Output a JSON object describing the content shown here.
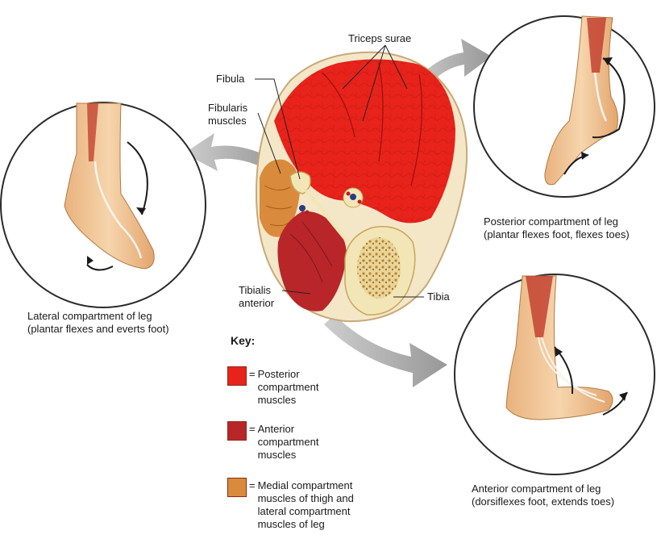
{
  "labels": {
    "triceps_surae": "Triceps surae",
    "fibula": "Fibula",
    "fibularis_muscles": "Fibularis\nmuscles",
    "tibialis_anterior": "Tibialis\nanterior",
    "tibia": "Tibia"
  },
  "captions": {
    "lateral_line1": "Lateral compartment of leg",
    "lateral_line2": "(plantar flexes and everts foot)",
    "posterior_line1": "Posterior compartment of leg",
    "posterior_line2": "(plantar flexes foot, flexes toes)",
    "anterior_line1": "Anterior compartment of leg",
    "anterior_line2": "(dorsiflexes foot, extends toes)"
  },
  "key": {
    "title": "Key:",
    "equals": "=",
    "items": [
      {
        "text": "Posterior\ncompartment\nmuscles",
        "color": "#e8231b"
      },
      {
        "text": "Anterior\ncompartment\nmuscles",
        "color": "#b8262a"
      },
      {
        "text": "Medial compartment\nmuscles of thigh and\nlateral compartment\nmuscles of leg",
        "color": "#d98a3a"
      }
    ]
  },
  "colors": {
    "posterior": "#e8231b",
    "anterior": "#b8262a",
    "lateral": "#d98a3a",
    "bone": "#f3e6b6",
    "skin": "#f0c99a",
    "arrow": "#9a9a9a"
  }
}
